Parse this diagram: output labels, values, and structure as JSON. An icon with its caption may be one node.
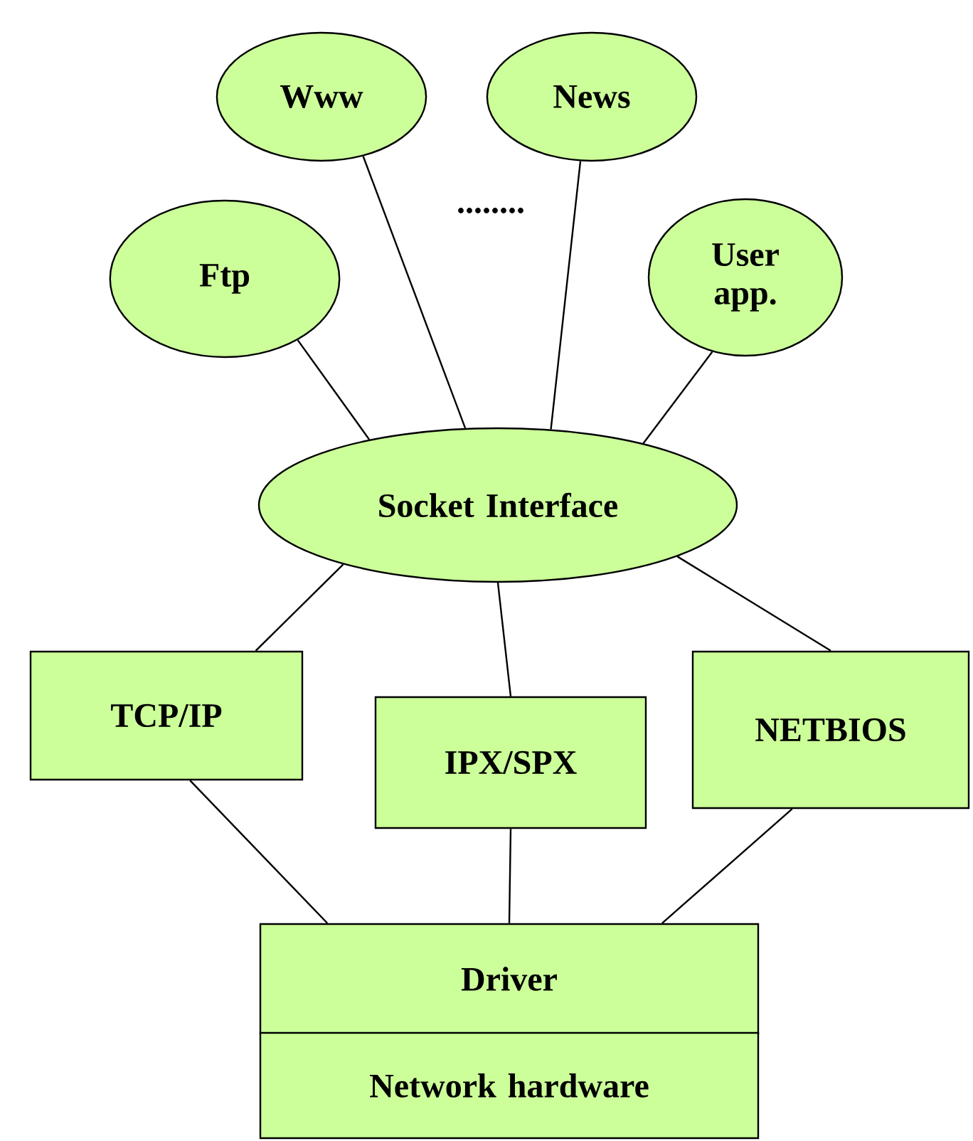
{
  "diagram": {
    "nodes": [
      {
        "text": [
          "Www"
        ]
      },
      {
        "text": [
          "News"
        ]
      },
      {
        "text": [
          "Ftp"
        ]
      },
      {
        "text": [
          "User app."
        ]
      },
      {
        "text": [
          "Socket Interface"
        ]
      },
      {
        "text": [
          "TCP/IP"
        ]
      },
      {
        "text": [
          "IPX/SPX"
        ]
      },
      {
        "text": [
          "NETBIOS"
        ]
      },
      {
        "text": [
          "Driver"
        ]
      },
      {
        "text": [
          "Network hardware"
        ]
      }
    ],
    "edges": [
      {
        "from": 0,
        "to": 4,
        "arrow": "none"
      },
      {
        "from": 1,
        "to": 4,
        "arrow": "none"
      },
      {
        "from": 2,
        "to": 4,
        "arrow": "none"
      },
      {
        "from": 3,
        "to": 4,
        "arrow": "none"
      },
      {
        "from": 4,
        "to": 5,
        "arrow": "none"
      },
      {
        "from": 4,
        "to": 6,
        "arrow": "none"
      },
      {
        "from": 4,
        "to": 7,
        "arrow": "none"
      },
      {
        "from": 5,
        "to": 8,
        "arrow": "none"
      },
      {
        "from": 6,
        "to": 8,
        "arrow": "none"
      },
      {
        "from": 7,
        "to": 8,
        "arrow": "none"
      }
    ],
    "labels": [
      "........"
    ]
  }
}
